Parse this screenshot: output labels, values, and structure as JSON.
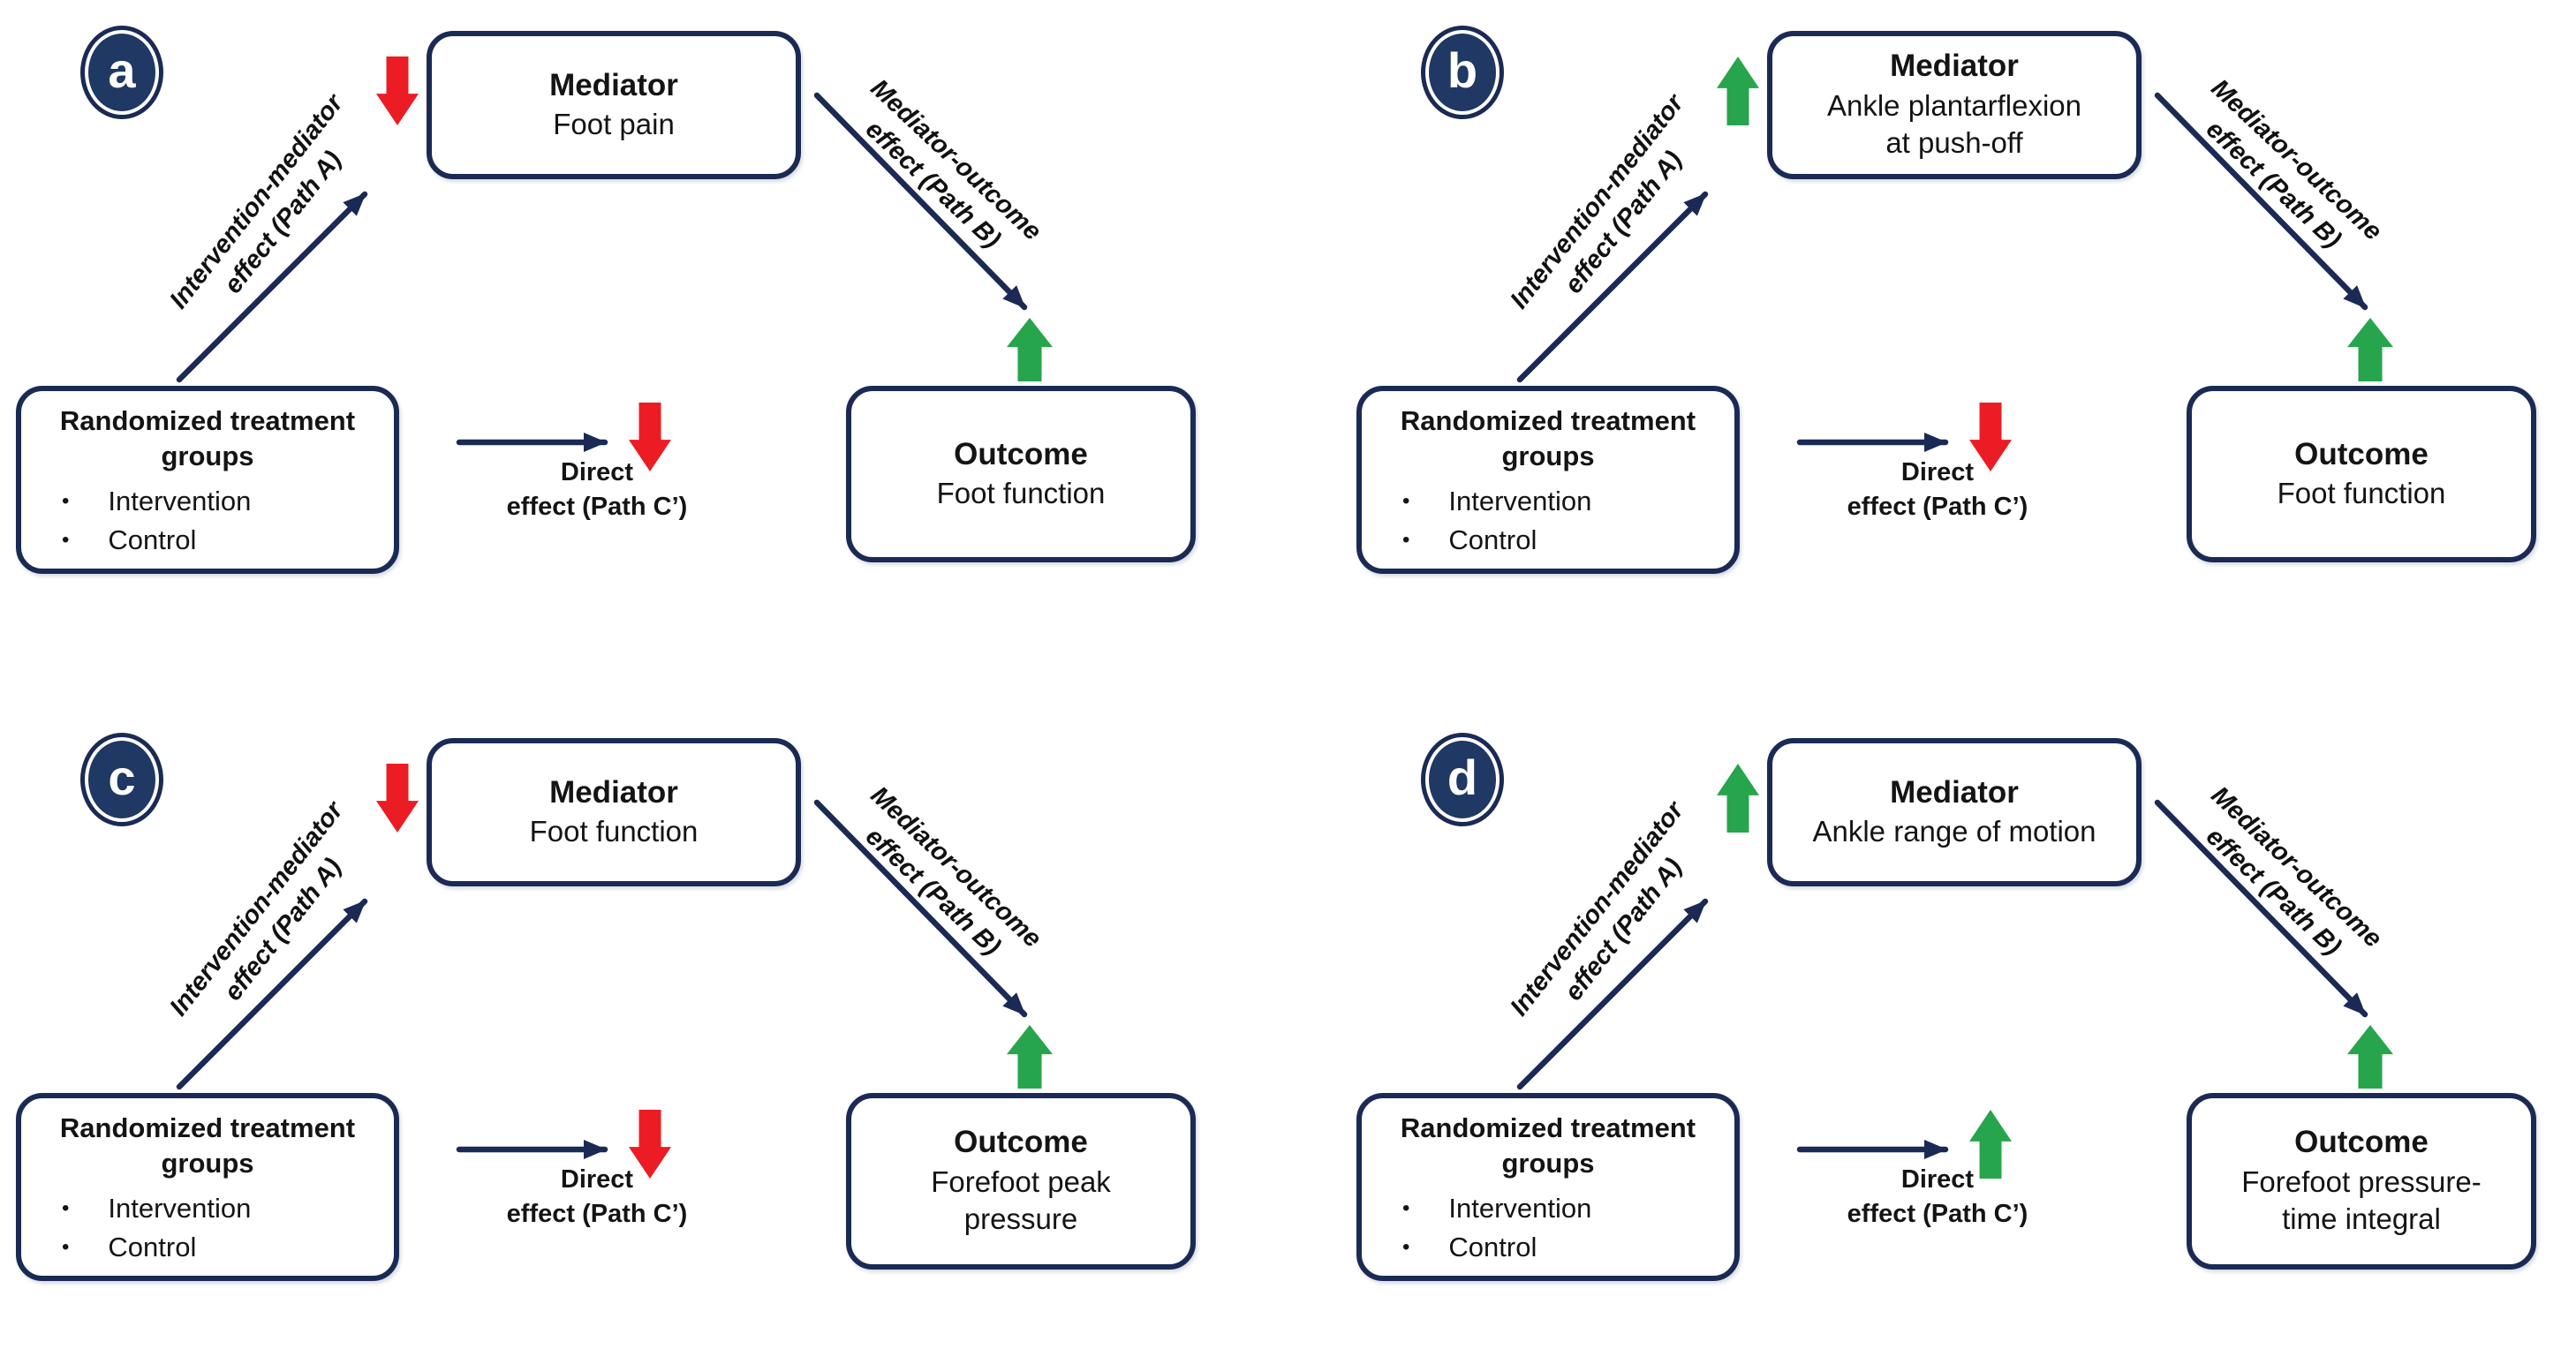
{
  "colors": {
    "navy": "#1b2a55",
    "badge_fill": "#1f3864",
    "red": "#ec1c24",
    "green": "#27a54d"
  },
  "panels": [
    {
      "badge": "a",
      "mediator": {
        "title": "Mediator",
        "lines": [
          "Foot pain"
        ]
      },
      "mediator_arrow": {
        "direction": "down",
        "color": "red"
      },
      "path_a": {
        "lines": [
          "Intervention-mediator",
          "effect (Path A)"
        ]
      },
      "path_b": {
        "lines": [
          "Mediator-outcome",
          "effect (Path B)"
        ]
      },
      "direct": {
        "lines": [
          "Direct",
          "effect (Path C’)"
        ]
      },
      "direct_arrow": {
        "direction": "down",
        "color": "red"
      },
      "treatment": {
        "title_lines": [
          "Randomized treatment",
          "groups"
        ],
        "items": [
          "Intervention",
          "Control"
        ]
      },
      "outcome": {
        "title": "Outcome",
        "lines": [
          "Foot function"
        ]
      },
      "outcome_arrow": {
        "direction": "up",
        "color": "green"
      }
    },
    {
      "badge": "b",
      "mediator": {
        "title": "Mediator",
        "lines": [
          "Ankle plantarflexion",
          "at push-off"
        ]
      },
      "mediator_arrow": {
        "direction": "up",
        "color": "green"
      },
      "path_a": {
        "lines": [
          "Intervention-mediator",
          "effect (Path A)"
        ]
      },
      "path_b": {
        "lines": [
          "Mediator-outcome",
          "effect (Path B)"
        ]
      },
      "direct": {
        "lines": [
          "Direct",
          "effect (Path C’)"
        ]
      },
      "direct_arrow": {
        "direction": "down",
        "color": "red"
      },
      "treatment": {
        "title_lines": [
          "Randomized treatment",
          "groups"
        ],
        "items": [
          "Intervention",
          "Control"
        ]
      },
      "outcome": {
        "title": "Outcome",
        "lines": [
          "Foot function"
        ]
      },
      "outcome_arrow": {
        "direction": "up",
        "color": "green"
      }
    },
    {
      "badge": "c",
      "mediator": {
        "title": "Mediator",
        "lines": [
          "Foot function"
        ]
      },
      "mediator_arrow": {
        "direction": "down",
        "color": "red"
      },
      "path_a": {
        "lines": [
          "Intervention-mediator",
          "effect (Path A)"
        ]
      },
      "path_b": {
        "lines": [
          "Mediator-outcome",
          "effect (Path B)"
        ]
      },
      "direct": {
        "lines": [
          "Direct",
          "effect (Path C’)"
        ]
      },
      "direct_arrow": {
        "direction": "down",
        "color": "red"
      },
      "treatment": {
        "title_lines": [
          "Randomized treatment",
          "groups"
        ],
        "items": [
          "Intervention",
          "Control"
        ]
      },
      "outcome": {
        "title": "Outcome",
        "lines": [
          "Forefoot peak",
          "pressure"
        ]
      },
      "outcome_arrow": {
        "direction": "up",
        "color": "green"
      }
    },
    {
      "badge": "d",
      "mediator": {
        "title": "Mediator",
        "lines": [
          "Ankle range of motion"
        ]
      },
      "mediator_arrow": {
        "direction": "up",
        "color": "green"
      },
      "path_a": {
        "lines": [
          "Intervention-mediator",
          "effect (Path A)"
        ]
      },
      "path_b": {
        "lines": [
          "Mediator-outcome",
          "effect (Path B)"
        ]
      },
      "direct": {
        "lines": [
          "Direct",
          "effect (Path C’)"
        ]
      },
      "direct_arrow": {
        "direction": "up",
        "color": "green"
      },
      "treatment": {
        "title_lines": [
          "Randomized treatment",
          "groups"
        ],
        "items": [
          "Intervention",
          "Control"
        ]
      },
      "outcome": {
        "title": "Outcome",
        "lines": [
          "Forefoot pressure-",
          "time integral"
        ]
      },
      "outcome_arrow": {
        "direction": "up",
        "color": "green"
      }
    }
  ]
}
